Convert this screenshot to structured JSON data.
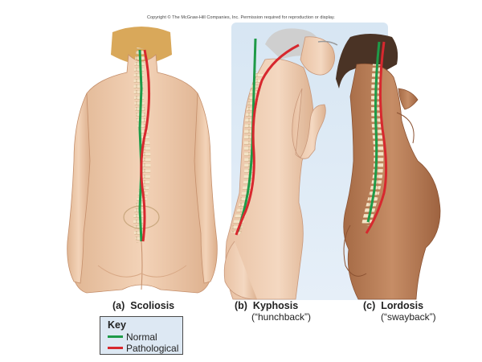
{
  "copyright": "Copyright © The McGraw-Hill Companies, Inc. Permission required for reproduction or display.",
  "panels": [
    {
      "letter": "(a)",
      "name": "Scoliosis",
      "subtitle": ""
    },
    {
      "letter": "(b)",
      "name": "Kyphosis",
      "subtitle": "(“hunchback”)"
    },
    {
      "letter": "(c)",
      "name": "Lordosis",
      "subtitle": "(“swayback”)"
    }
  ],
  "key": {
    "title": "Key",
    "normal_label": "Normal",
    "pathological_label": "Pathological",
    "normal_color": "#1e9a48",
    "pathological_color": "#d7282e"
  },
  "colors": {
    "skin": "#eec9ac",
    "skin_dark": "#b77a55",
    "hair_blonde": "#d9a85a",
    "hair_grey": "#cfcfcf",
    "hair_dark": "#4a3325",
    "bone": "#f2dfc2",
    "background_panel": "#dbe7f3"
  }
}
